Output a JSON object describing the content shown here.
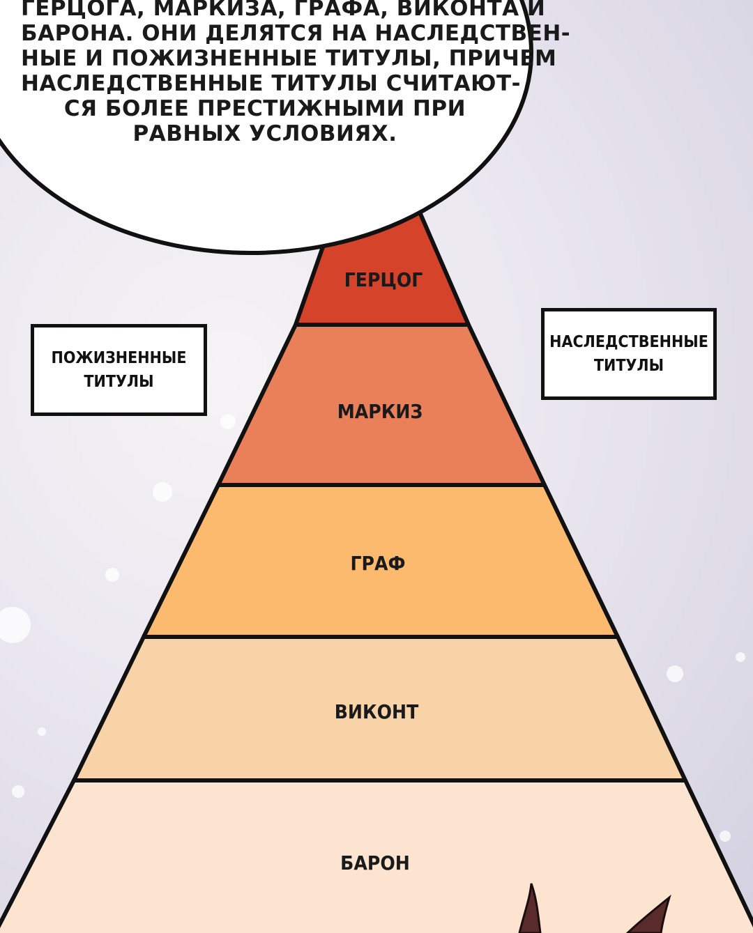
{
  "speech_bubble": {
    "lines": [
      "ГЕРЦОГА, МАРКИЗА, ГРАФА, ВИКОНТА И",
      "БАРОНА. ОНИ ДЕЛЯТСЯ НА НАСЛЕДСТВЕН-",
      "НЫЕ И ПОЖИЗНЕННЫЕ ТИТУЛЫ, ПРИЧЕМ",
      "НАСЛЕДСТВЕННЫЕ ТИТУЛЫ СЧИТАЮТ-",
      "СЯ БОЛЕЕ ПРЕСТИЖНЫМИ ПРИ",
      "РАВНЫХ УСЛОВИЯХ."
    ]
  },
  "left_box": {
    "line1": "ПОЖИЗНЕННЫЕ",
    "line2": "ТИТУЛЫ"
  },
  "right_box": {
    "line1": "НАСЛЕДСТВЕННЫЕ",
    "line2": "ТИТУЛЫ"
  },
  "pyramid": {
    "tiers": [
      {
        "label": "ГЕРЦОГ",
        "color": "#d4432a"
      },
      {
        "label": "МАРКИЗ",
        "color": "#e98059"
      },
      {
        "label": "ГРАФ",
        "color": "#fcba6f"
      },
      {
        "label": "ВИКОНТ",
        "color": "#f8d3a8"
      },
      {
        "label": "БАРОН",
        "color": "#fde4d0"
      }
    ]
  }
}
